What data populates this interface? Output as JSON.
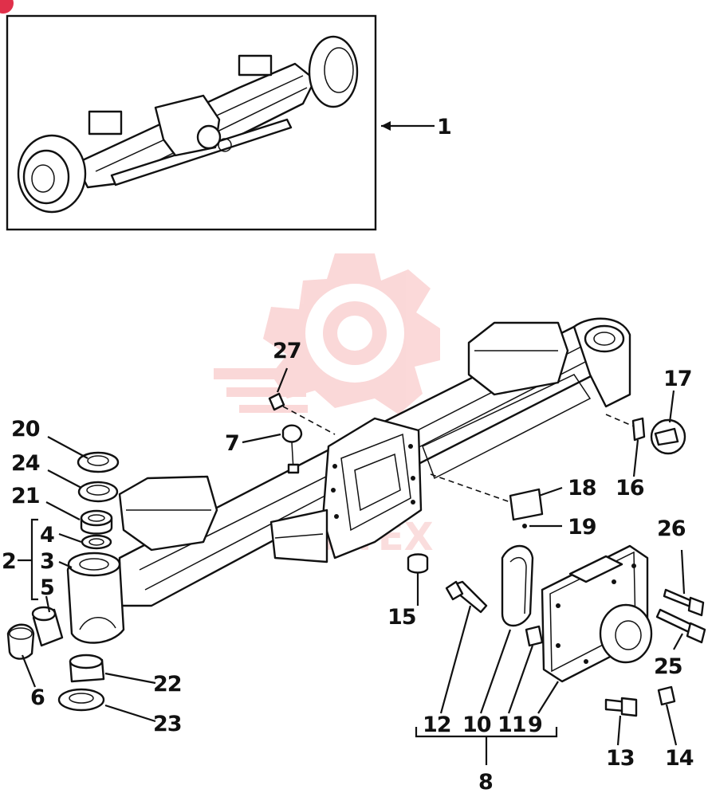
{
  "callouts": {
    "c1": "1",
    "c2": "2",
    "c3": "3",
    "c4": "4",
    "c5": "5",
    "c6": "6",
    "c7": "7",
    "c8": "8",
    "c9": "9",
    "c10": "10",
    "c11": "11",
    "c12": "12",
    "c13": "13",
    "c14": "14",
    "c15": "15",
    "c16": "16",
    "c17": "17",
    "c18": "18",
    "c19": "19",
    "c20": "20",
    "c21": "21",
    "c22": "22",
    "c23": "23",
    "c24": "24",
    "c25": "25",
    "c26": "26",
    "c27": "27"
  },
  "watermark": {
    "text": "VERTEX",
    "color": "#f2a0a0"
  },
  "colors": {
    "line": "#111111",
    "paper": "#ffffff",
    "badge": "#e0304a"
  }
}
